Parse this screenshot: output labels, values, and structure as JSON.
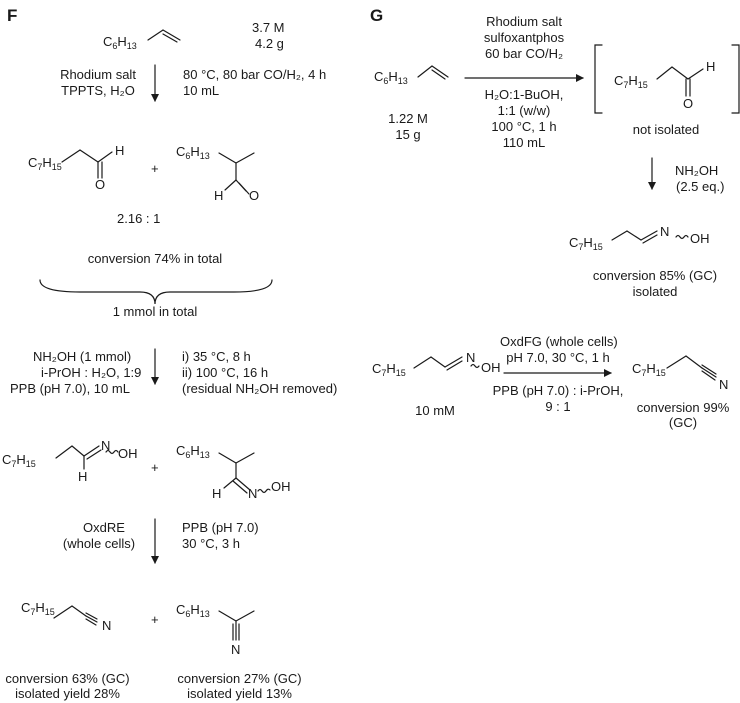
{
  "panel_f": {
    "label": "F",
    "reagent_1": "C6H13 (alkene)",
    "conc": "3.7  M",
    "mass": "4.2 g",
    "catalyst_line1": "Rhodium salt",
    "catalyst_line2": "TPPTS, H₂O",
    "cond_line1": "80 °C, 80 bar CO/H₂, 4 h",
    "cond_line2": "10 mL",
    "ratio": "2.16   :   1",
    "conversion_total": "conversion 74% in total",
    "mmol_total": "1 mmol in total",
    "oxime_reagent_line1": "NH₂OH (1 mmol)",
    "oxime_reagent_line2": "i-PrOH : H₂O, 1:9",
    "oxime_reagent_line3": "PPB (pH 7.0), 10 mL",
    "oxime_cond_line1": "i) 35 °C, 8 h",
    "oxime_cond_line2": "ii) 100 °C, 16 h",
    "oxime_cond_line3": "(residual NH₂OH removed)",
    "enzyme_line1": "OxdRE",
    "enzyme_line2": "(whole cells)",
    "enzyme_cond_line1": "PPB (pH 7.0)",
    "enzyme_cond_line2": "30 °C, 3 h",
    "product1_line1": "conversion 63% (GC)",
    "product1_line2": "isolated yield 28%",
    "product2_line1": "conversion 27% (GC)",
    "product2_line2": "isolated yield 13%",
    "plus": "+"
  },
  "panel_g": {
    "label": "G",
    "conc": "1.22 M",
    "mass": "15 g",
    "cond_line1": "Rhodium salt",
    "cond_line2": "sulfoxantphos",
    "cond_line3": "60 bar CO/H₂",
    "cond_line4": "H₂O:1-BuOH,",
    "cond_line5": "1:1 (w/w)",
    "cond_line6": "100 °C, 1 h",
    "cond_line7": "110 mL",
    "not_isolated": "not isolated",
    "nh2oh_line1": "NH₂OH",
    "nh2oh_line2": "(2.5 eq.)",
    "oxime_conv_line1": "conversion 85% (GC)",
    "oxime_conv_line2": "isolated",
    "oxime_conc": "10 mM",
    "enzyme_line1": "OxdFG (whole cells)",
    "enzyme_line2": "pH 7.0, 30 °C, 1 h",
    "enzyme_line3": "PPB (pH 7.0) : i-PrOH,",
    "enzyme_line4": "9 : 1",
    "nitrile_conv_line1": "conversion 99%",
    "nitrile_conv_line2": "(GC)"
  }
}
